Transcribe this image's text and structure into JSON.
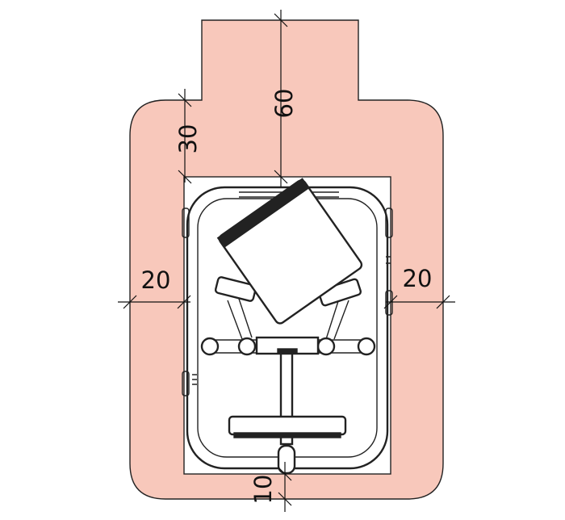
{
  "diagram": {
    "zone_color": "#f8c8bb",
    "line_color": "#222222",
    "dimensions": {
      "top": "60",
      "top_left": "30",
      "left": "20",
      "right": "20",
      "bottom": "10"
    }
  }
}
